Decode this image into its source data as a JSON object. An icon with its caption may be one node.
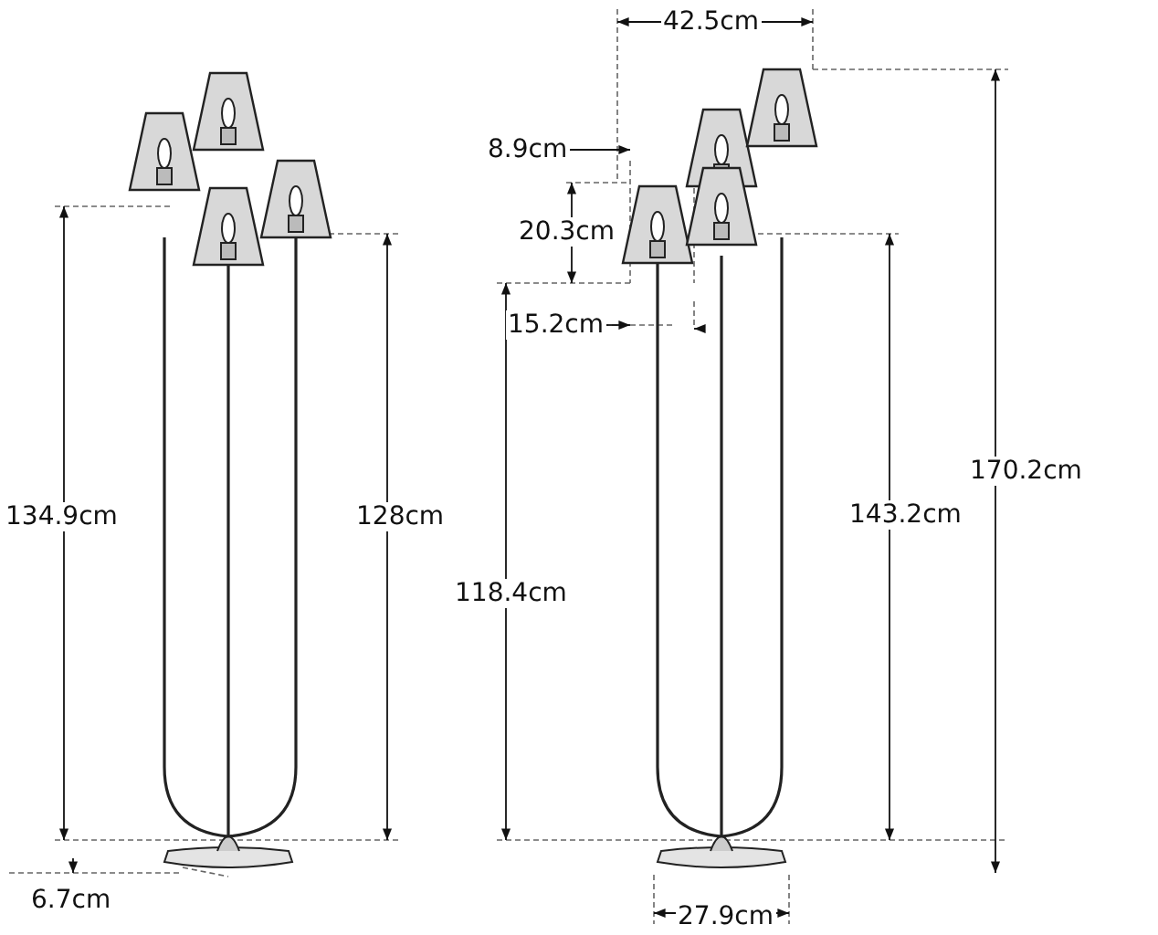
{
  "diagram": {
    "labels": [
      "42.5cm",
      "8.9cm",
      "20.3cm",
      "15.2cm",
      "134.9cm",
      "128cm",
      "118.4cm",
      "143.2cm",
      "170.2cm",
      "6.7cm",
      "27.9cm"
    ]
  }
}
